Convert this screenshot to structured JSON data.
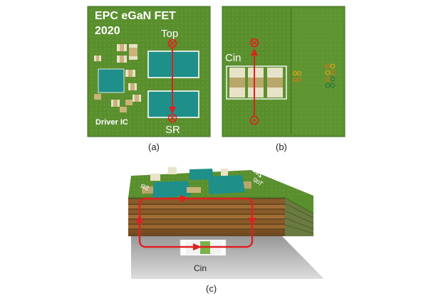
{
  "panel_a": {
    "title_line1": "EPC eGaN FET",
    "title_line2": "2020",
    "top_label": "Top",
    "sr_label": "SR",
    "driver_label": "Driver IC",
    "caption": "(a)"
  },
  "panel_b": {
    "cin_label": "Cin",
    "caption": "(b)"
  },
  "panel_c": {
    "side_text_1": "EPC eGaN",
    "side_text_2": "2020",
    "side_text_3": "Top",
    "side_text_4": "SR",
    "cin_label": "Cin",
    "caption": "(c)"
  },
  "colors": {
    "pcb_green": "#5a8f2e",
    "copper": "#8a5a2a",
    "fet_teal": "#1f8f8a",
    "loop_red": "#e02020"
  }
}
